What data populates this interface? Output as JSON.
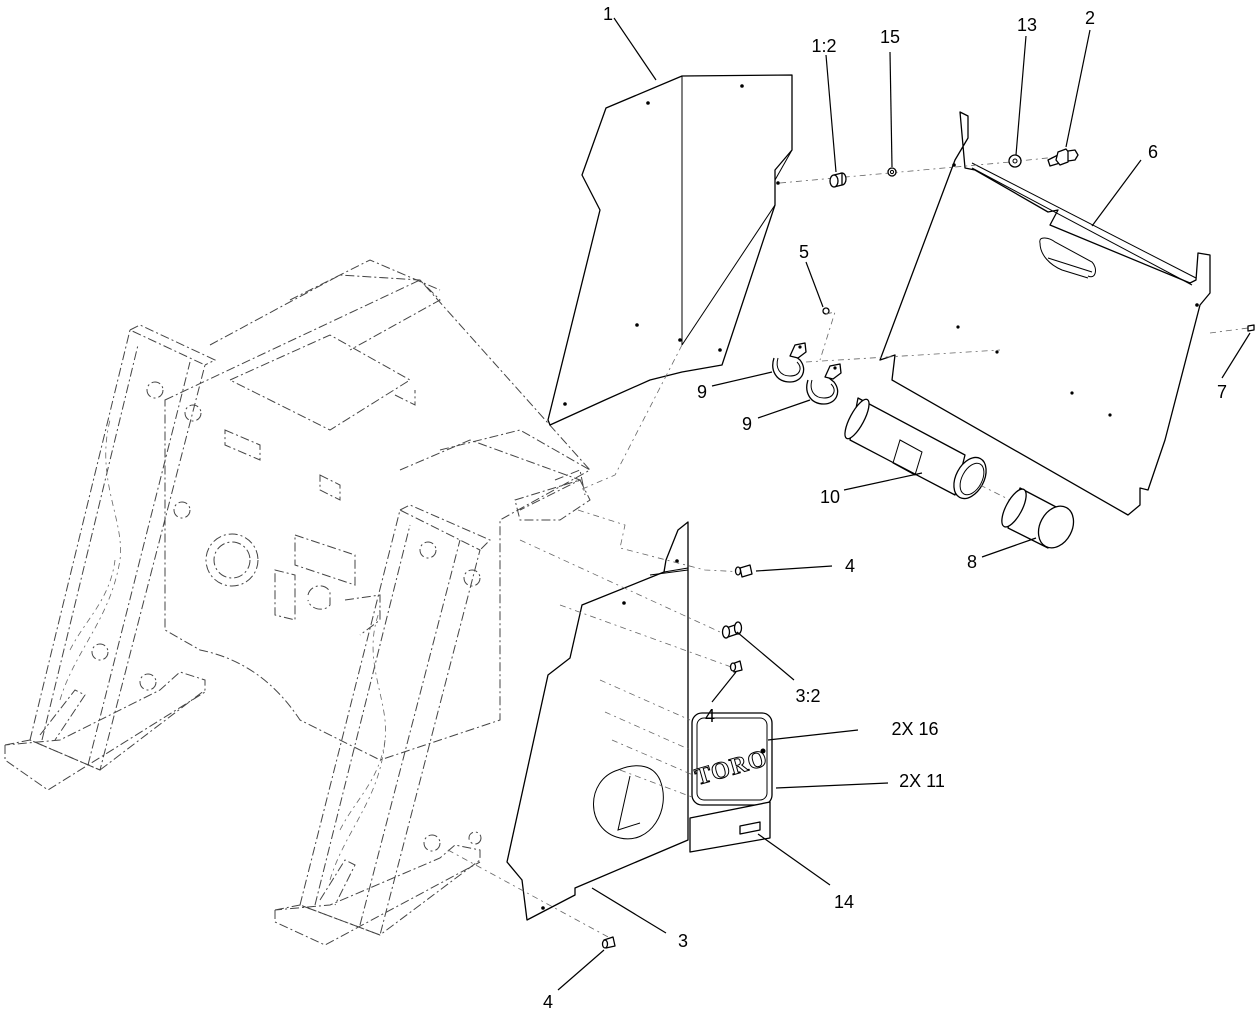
{
  "callouts": {
    "c1": "1",
    "c1_2": "1:2",
    "c15": "15",
    "c13": "13",
    "c2": "2",
    "c6": "6",
    "c5": "5",
    "c9a": "9",
    "c9b": "9",
    "c7": "7",
    "c10": "10",
    "c8": "8",
    "c4a": "4",
    "c3_2": "3:2",
    "c4b": "4",
    "c2x16": "2X 16",
    "c2x11": "2X 11",
    "c14": "14",
    "c3": "3",
    "c4c": "4"
  },
  "decal": {
    "logo_text": "TORO"
  }
}
